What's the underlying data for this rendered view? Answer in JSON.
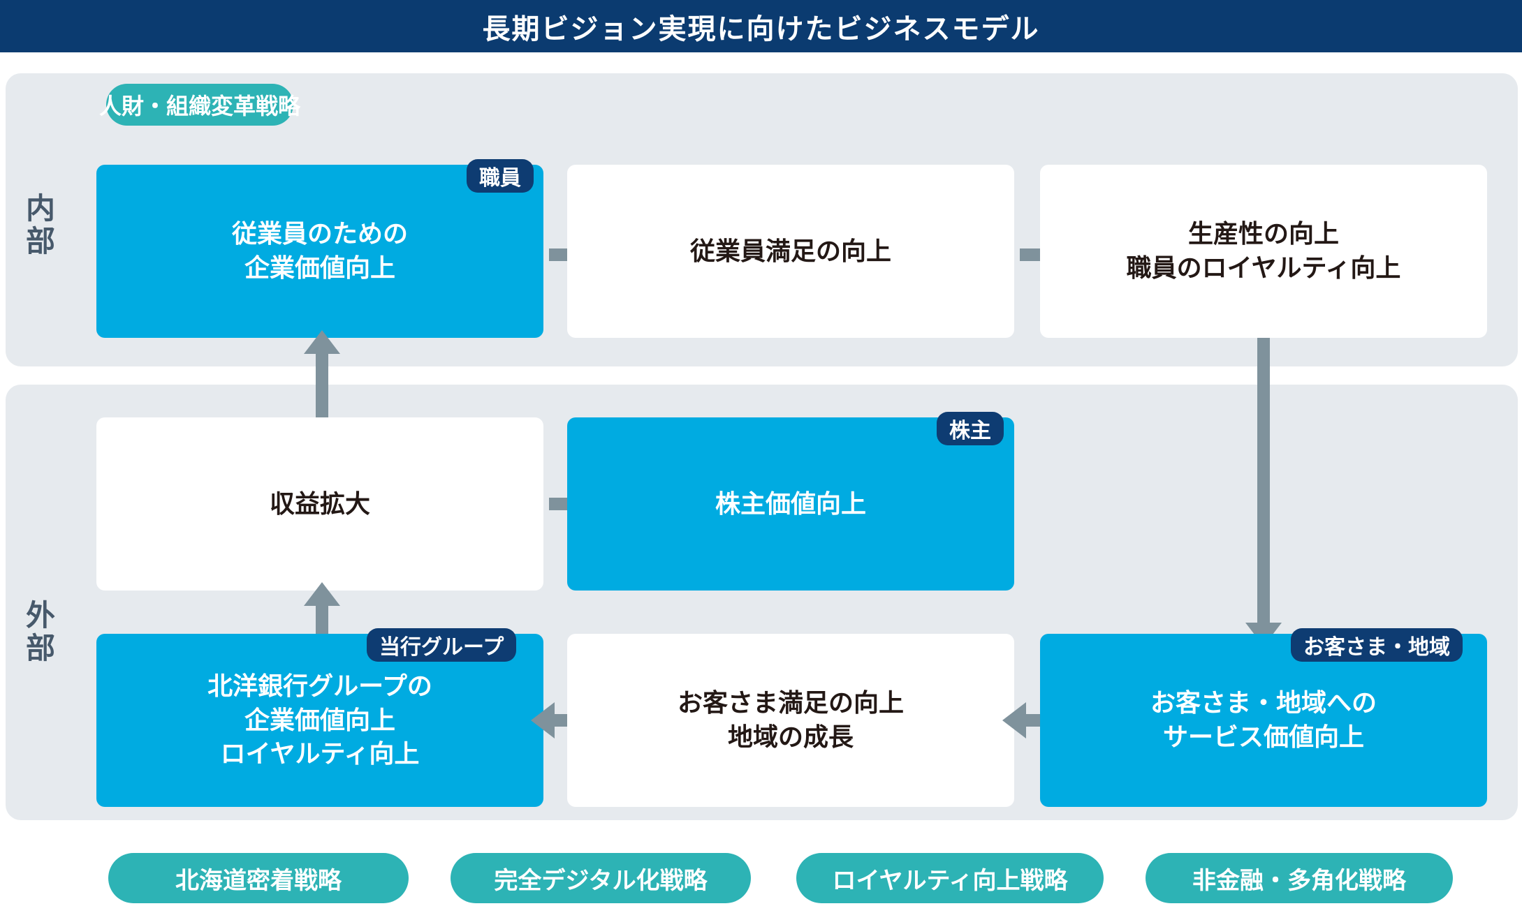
{
  "header": {
    "title": "長期ビジョン実現に向けたビジネスモデル",
    "background_color": "#0b3b70",
    "text_color": "#ffffff"
  },
  "colors": {
    "panel": "#e6eaee",
    "blue_box": "#00abe1",
    "white_box": "#ffffff",
    "navy_tag": "#0e3c72",
    "teal_pill": "#2db3b5",
    "arrow": "#7f929c",
    "side_label_text": "#47596b",
    "dark_text": "#231815"
  },
  "panels": {
    "internal": {
      "label_lines": [
        "内",
        "部"
      ]
    },
    "external": {
      "label_lines": [
        "外",
        "部"
      ]
    }
  },
  "hr_strategy_badge": {
    "label": "人財・組織変革戦略"
  },
  "boxes": {
    "employee_value": {
      "tag": "職員",
      "lines": [
        "従業員のための",
        "企業価値向上"
      ],
      "style": "blue"
    },
    "employee_satisfaction": {
      "lines": [
        "従業員満足の向上"
      ],
      "style": "white"
    },
    "productivity": {
      "lines": [
        "生産性の向上",
        "職員のロイヤルティ向上"
      ],
      "style": "white"
    },
    "profit_growth": {
      "lines": [
        "収益拡大"
      ],
      "style": "white"
    },
    "shareholder_value": {
      "tag": "株主",
      "lines": [
        "株主価値向上"
      ],
      "style": "blue"
    },
    "group_value": {
      "tag": "当行グループ",
      "lines": [
        "北洋銀行グループの",
        "企業価値向上",
        "ロイヤルティ向上"
      ],
      "style": "blue"
    },
    "customer_satisfaction": {
      "lines": [
        "お客さま満足の向上",
        "地域の成長"
      ],
      "style": "white"
    },
    "customer_service_value": {
      "tag": "お客さま・地域",
      "lines": [
        "お客さま・地域への",
        "サービス価値向上"
      ],
      "style": "blue"
    }
  },
  "strategy_pills": [
    {
      "label": "北海道密着戦略"
    },
    {
      "label": "完全デジタル化戦略"
    },
    {
      "label": "ロイヤルティ向上戦略"
    },
    {
      "label": "非金融・多角化戦略"
    }
  ]
}
